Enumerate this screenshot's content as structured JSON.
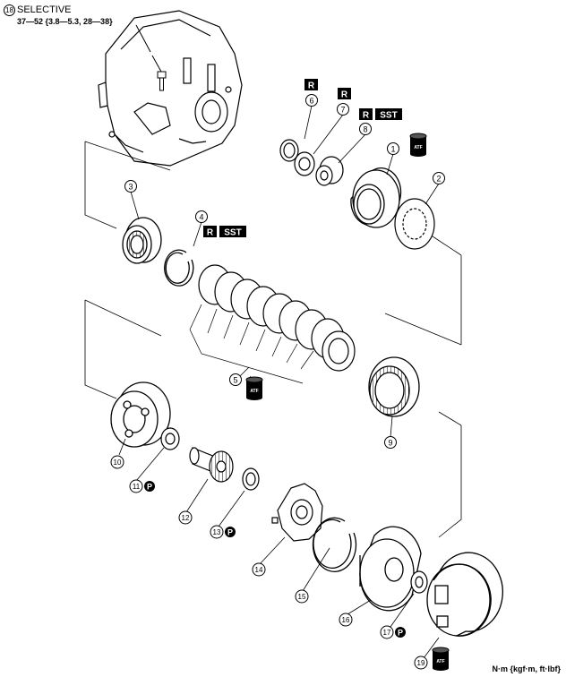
{
  "header": {
    "item_number": "18",
    "title": "SELECTIVE",
    "torque": "37—52 {3.8—5.3, 28—38}"
  },
  "callouts": [
    {
      "n": "1"
    },
    {
      "n": "2"
    },
    {
      "n": "3"
    },
    {
      "n": "4"
    },
    {
      "n": "5"
    },
    {
      "n": "6"
    },
    {
      "n": "7"
    },
    {
      "n": "8"
    },
    {
      "n": "9"
    },
    {
      "n": "10"
    },
    {
      "n": "11"
    },
    {
      "n": "12"
    },
    {
      "n": "13"
    },
    {
      "n": "14"
    },
    {
      "n": "15"
    },
    {
      "n": "16"
    },
    {
      "n": "17"
    },
    {
      "n": "19"
    }
  ],
  "badges": {
    "replace": "R",
    "special_tool": "SST",
    "petroleum_jelly": "P",
    "fluid": "ATF"
  },
  "footer": {
    "units": "N·m {kgf·m, ft·lbf}"
  }
}
